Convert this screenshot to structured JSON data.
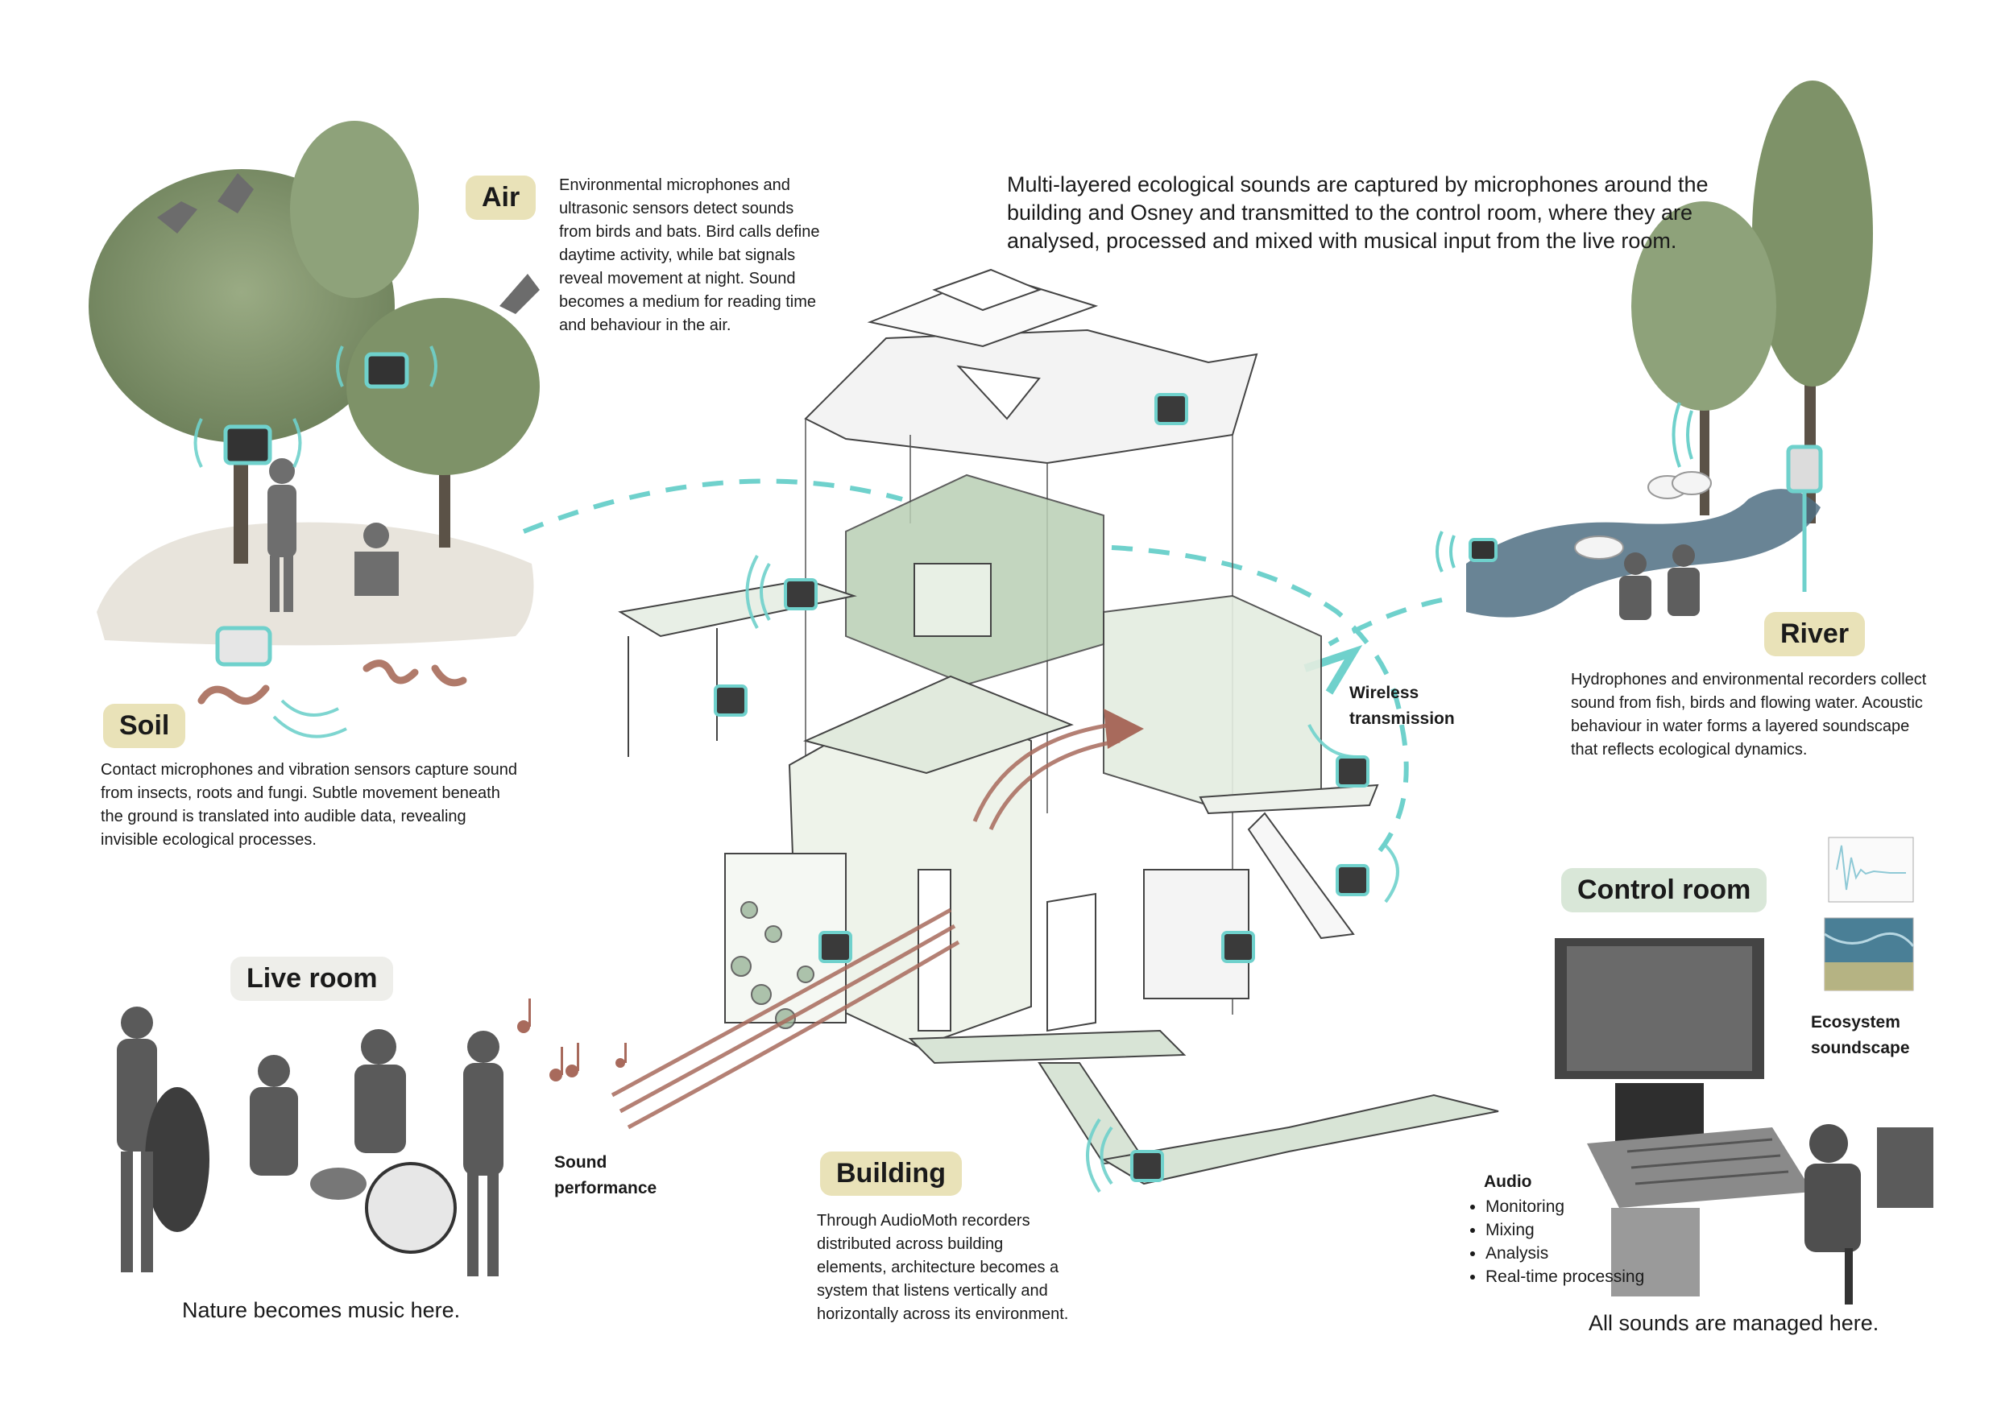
{
  "labels": {
    "air": "Air",
    "soil": "Soil",
    "river": "River",
    "live_room": "Live room",
    "building": "Building",
    "control_room": "Control room"
  },
  "texts": {
    "air_desc": "Environmental microphones and\nultrasonic sensors detect sounds\nfrom birds and bats. Bird calls define\ndaytime activity, while bat signals\nreveal movement at night. Sound\nbecomes a medium for reading time\nand behaviour in the air.",
    "intro": "Multi-layered ecological sounds are captured by microphones around the\nbuilding and Osney and transmitted to the control room, where they are\nanalysed, processed and mixed with musical input from the live room.",
    "soil_desc": "Contact microphones and vibration sensors capture sound\nfrom insects, roots and fungi. Subtle movement beneath\nthe ground is translated into audible data, revealing\ninvisible ecological processes.",
    "river_desc": "Hydrophones and environmental recorders collect\nsound from fish, birds and flowing water. Acoustic\nbehaviour in water forms a layered soundscape\nthat reflects ecological dynamics.",
    "building_desc": "Through AudioMoth recorders\ndistributed across building\nelements, architecture becomes a\nsystem that listens vertically and\nhorizontally across its environment.",
    "wireless": "Wireless\ntransmission",
    "sound_performance": "Sound\nperformance",
    "ecosystem": "Ecosystem\nsoundscape",
    "live_caption": "Nature becomes music here.",
    "control_caption": "All sounds are managed here.",
    "audio_title": "Audio",
    "audio_items": [
      "Monitoring",
      "Mixing",
      "Analysis",
      "Real-time processing"
    ]
  },
  "colors": {
    "accent_teal": "#6fd1cc",
    "label_yellow": "#e9e2b8",
    "label_green": "#d9e7d8",
    "label_grey": "#eeeeea",
    "building_green": "#dfe9dc",
    "arrow_brown": "#a86a5c"
  },
  "icons": [
    "bird-icon",
    "tree-icon",
    "microphone-sensor-icon",
    "audiomoth-recorder-icon",
    "music-note-icon",
    "worm-icon",
    "swan-icon",
    "waveform-chart-icon",
    "mixing-desk-icon",
    "musician-group-icon"
  ]
}
